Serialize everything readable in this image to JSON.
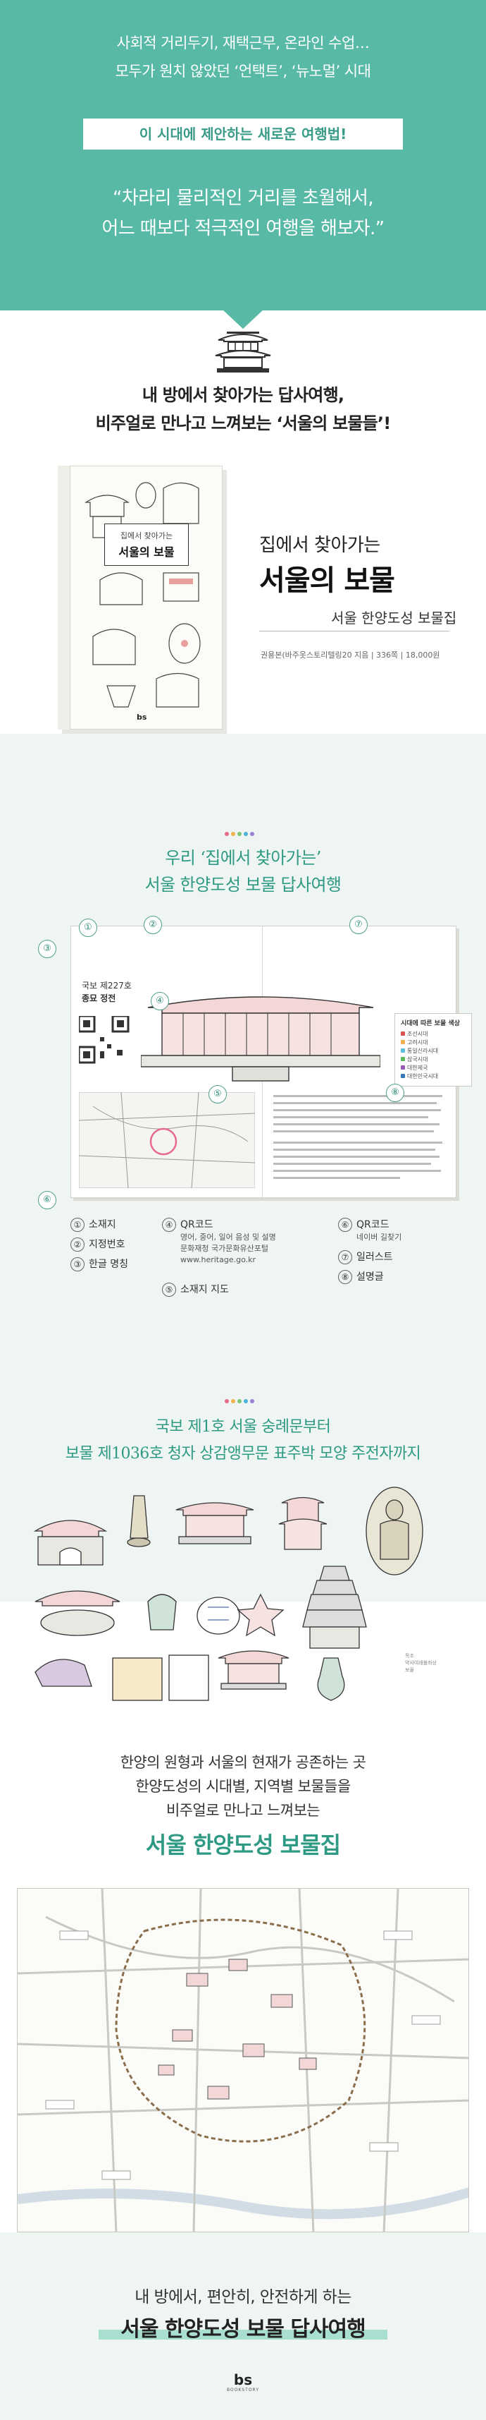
{
  "hero": {
    "line1": "사회적 거리두기, 재택근무, 온라인 수업…",
    "line2": "모두가 원치 않았던 ‘언택트’, ‘뉴노멀’ 시대",
    "badge": "이 시대에 제안하는 새로운 여행법!",
    "quote1": "“차라리 물리적인 거리를 초월해서,",
    "quote2": "어느 때보다 적극적인 여행을 해보자.”",
    "bg_color": "#57b9a6"
  },
  "intro": {
    "icon": "palace-icon",
    "heading1": "내 방에서 찾아가는 답사여행,",
    "heading2": "비주얼로 만나고 느껴보는 ‘서울의 보물들’!"
  },
  "book": {
    "cover_small": "집에서 찾아가는",
    "cover_big": "서울의 보물",
    "logo": "bs",
    "title_sub": "집에서 찾아가는",
    "title_main": "서울의 보물",
    "tagline": "서울 한양도성 보물집",
    "meta": "권용본(바주옷스토리텔링20 지음 | 336쪽 | 18,000원"
  },
  "anatomy": {
    "title1": "우리 ‘집에서 찾아가는’",
    "title2": "서울 한양도성 보물 답사여행",
    "spread_code": "국보 제227호",
    "spread_name": "종묘 정전",
    "legend": {
      "title": "시대에 따른 보물 색상",
      "items": [
        {
          "label": "조선시대",
          "color": "#d9534f"
        },
        {
          "label": "고려시대",
          "color": "#f0ad4e"
        },
        {
          "label": "통일신라시대",
          "color": "#5bc0de"
        },
        {
          "label": "삼국시대",
          "color": "#5cb85c"
        },
        {
          "label": "대한제국",
          "color": "#9b59b6"
        },
        {
          "label": "대한민국시대",
          "color": "#337ab7"
        }
      ]
    },
    "markers": [
      "①",
      "②",
      "③",
      "④",
      "⑤",
      "⑥",
      "⑦",
      "⑧"
    ],
    "callouts": [
      {
        "num": "①",
        "label": "소재지"
      },
      {
        "num": "②",
        "label": "지정번호"
      },
      {
        "num": "③",
        "label": "한글 명칭"
      },
      {
        "num": "④",
        "label": "QR코드",
        "sub1": "영어, 중어, 일어 음성 및 설명",
        "sub2": "문화재청 국가문화유산포털",
        "sub3": "www.heritage.go.kr"
      },
      {
        "num": "⑤",
        "label": "소재지 지도"
      },
      {
        "num": "⑥",
        "label": "QR코드",
        "sub1": "네이버 길찾기"
      },
      {
        "num": "⑦",
        "label": "일러스트"
      },
      {
        "num": "⑧",
        "label": "설명글"
      }
    ]
  },
  "artifacts": {
    "title1": "국보 제1호 서울 숭례문부터",
    "title2": "보물 제1036호 청자 상감앵무문 표주박 모양 주전자까지",
    "note1": "목조",
    "note2": "약사여래불좌상",
    "note3": "보물",
    "dots_colors": [
      "#e86a8a",
      "#f1b24a",
      "#7cc576",
      "#4fb3d9",
      "#9b7fd1"
    ]
  },
  "map_section": {
    "line1": "한양의 원형과 서울의 현재가 공존하는 곳",
    "line2": "한양도성의 시대별, 지역별 보물들을",
    "line3": "비주얼로 만나고 느껴보는",
    "strong": "서울 한양도성 보물집"
  },
  "closing": {
    "line1": "내 방에서, 편안히, 안전하게 하는",
    "line2": "서울 한양도성 보물 답사여행",
    "brand": "bs",
    "brand_sub": "BOOKSTORY"
  }
}
